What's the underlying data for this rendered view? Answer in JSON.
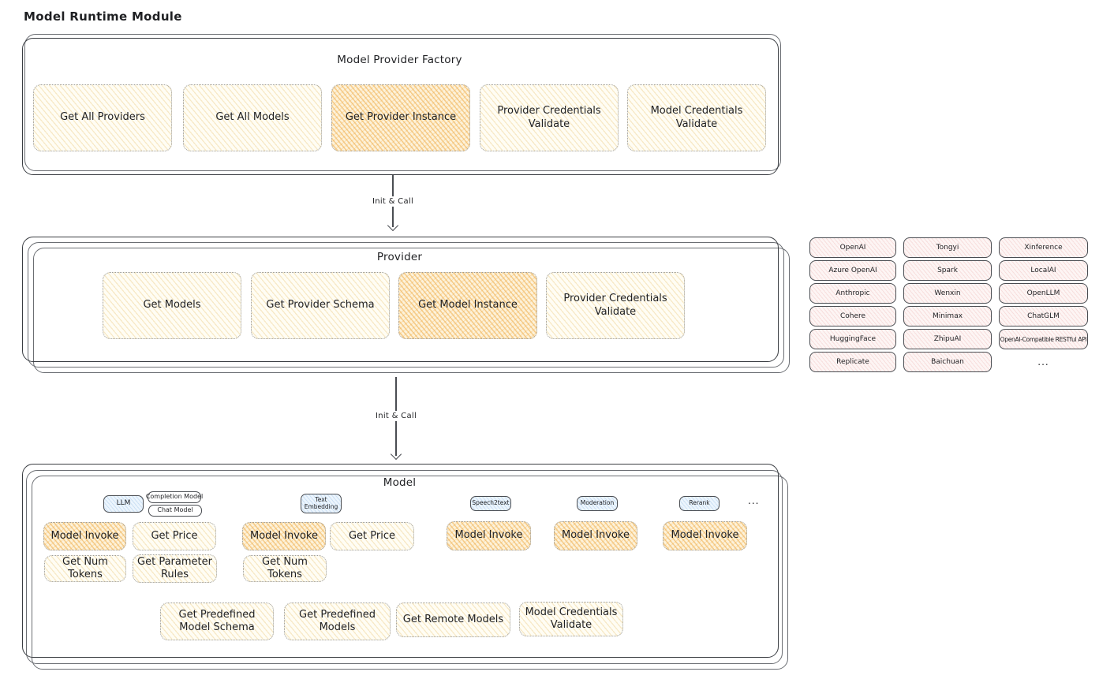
{
  "title": "Model Runtime Module",
  "connector_labels": {
    "factory_to_provider": "Init & Call",
    "provider_to_model": "Init & Call"
  },
  "factory": {
    "title": "Model Provider Factory",
    "boxes": [
      "Get All Providers",
      "Get All Models",
      "Get Provider Instance",
      "Provider Credentials Validate",
      "Model Credentials Validate"
    ]
  },
  "provider": {
    "title": "Provider",
    "boxes": [
      "Get Models",
      "Get Provider Schema",
      "Get Model Instance",
      "Provider Credentials Validate"
    ]
  },
  "providers_grid": {
    "items": [
      "OpenAI",
      "Tongyi",
      "Xinference",
      "Azure OpenAI",
      "Spark",
      "LocalAI",
      "Anthropic",
      "Wenxin",
      "OpenLLM",
      "Cohere",
      "Minimax",
      "ChatGLM",
      "HuggingFace",
      "ZhipuAI",
      "OpenAI-Compatible RESTful API",
      "Replicate",
      "Baichuan"
    ],
    "more": "..."
  },
  "model": {
    "title": "Model",
    "tabs": {
      "llm": "LLM",
      "completion_model": "Completion Model",
      "chat_model": "Chat Model",
      "text_embedding": "Text Embedding",
      "speech2text": "Speech2text",
      "moderation": "Moderation",
      "rerank": "Rerank",
      "more": "..."
    },
    "boxes": {
      "llm_invoke": "Model Invoke",
      "llm_get_price": "Get Price",
      "llm_get_num_tokens": "Get Num Tokens",
      "llm_get_parameter_rules": "Get Parameter Rules",
      "embedding_invoke": "Model Invoke",
      "embedding_get_price": "Get Price",
      "embedding_get_num_tokens": "Get Num Tokens",
      "speech2text_invoke": "Model Invoke",
      "moderation_invoke": "Model Invoke",
      "rerank_invoke": "Model Invoke",
      "get_predefined_model_schema": "Get Predefined Model Schema",
      "get_predefined_models": "Get Predefined Models",
      "get_remote_models": "Get Remote Models",
      "model_credentials_validate": "Model Credentials Validate"
    }
  },
  "colors": {
    "box_yellow": "#fffdf4",
    "box_yellow_hatch": "#e8be69",
    "box_orange_highlight": "#fdf2da",
    "box_orange_hatch": "#eea840",
    "provider_pink": "#fdf5f4",
    "provider_pink_hatch": "#e08282",
    "tab_blue": "#ecf5fd",
    "tab_blue_hatch": "#78aadc",
    "stroke_dark": "#3a3d42",
    "text": "#1f2023"
  }
}
